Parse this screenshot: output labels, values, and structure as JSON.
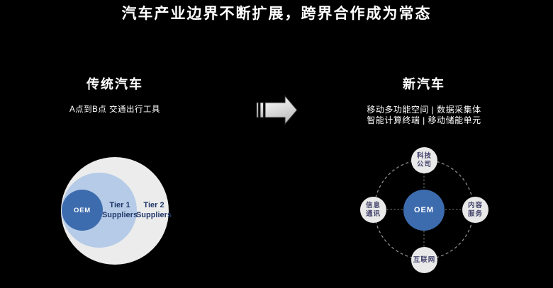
{
  "title": "汽车产业边界不断扩展，跨界合作成为常态",
  "left": {
    "heading": "传统汽车",
    "subtitle": "A点到B点 交通出行工具",
    "venn": {
      "center_label": "OEM",
      "tier1_lines": [
        "Tier 1",
        "Suppliers"
      ],
      "tier2_lines": [
        "Tier 2",
        "Suppliers"
      ]
    }
  },
  "right": {
    "heading": "新汽车",
    "subtitle_lines": [
      "移动多功能空间 | 数据采集体",
      "智能计算终端 | 移动储能单元"
    ],
    "network": {
      "center_label": "OEM",
      "nodes": [
        {
          "id": "tech-company",
          "lines": [
            "科技",
            "公司"
          ]
        },
        {
          "id": "content-service",
          "lines": [
            "内容",
            "服务"
          ]
        },
        {
          "id": "internet",
          "lines": [
            "互联网"
          ]
        },
        {
          "id": "info-telecom",
          "lines": [
            "信息",
            "通讯"
          ]
        }
      ]
    }
  },
  "icons": {
    "arrow": "striped-right-arrow-icon"
  },
  "colors": {
    "background": "#000000",
    "title_text": "#ffffff",
    "oem_blue": "#3d6cae",
    "tier1_blue": "#b5cbe7",
    "tier2_gray": "#ececec",
    "node_gray": "#e9e9e9",
    "venn_label_navy": "#21386b",
    "node_label_indigo": "#45456e",
    "connector_gray": "#8a8a8a",
    "arrow_fill_top": "#fbfbfb",
    "arrow_fill_bottom": "#c2c2c2",
    "arrow_outline": "#2e2e2e"
  }
}
